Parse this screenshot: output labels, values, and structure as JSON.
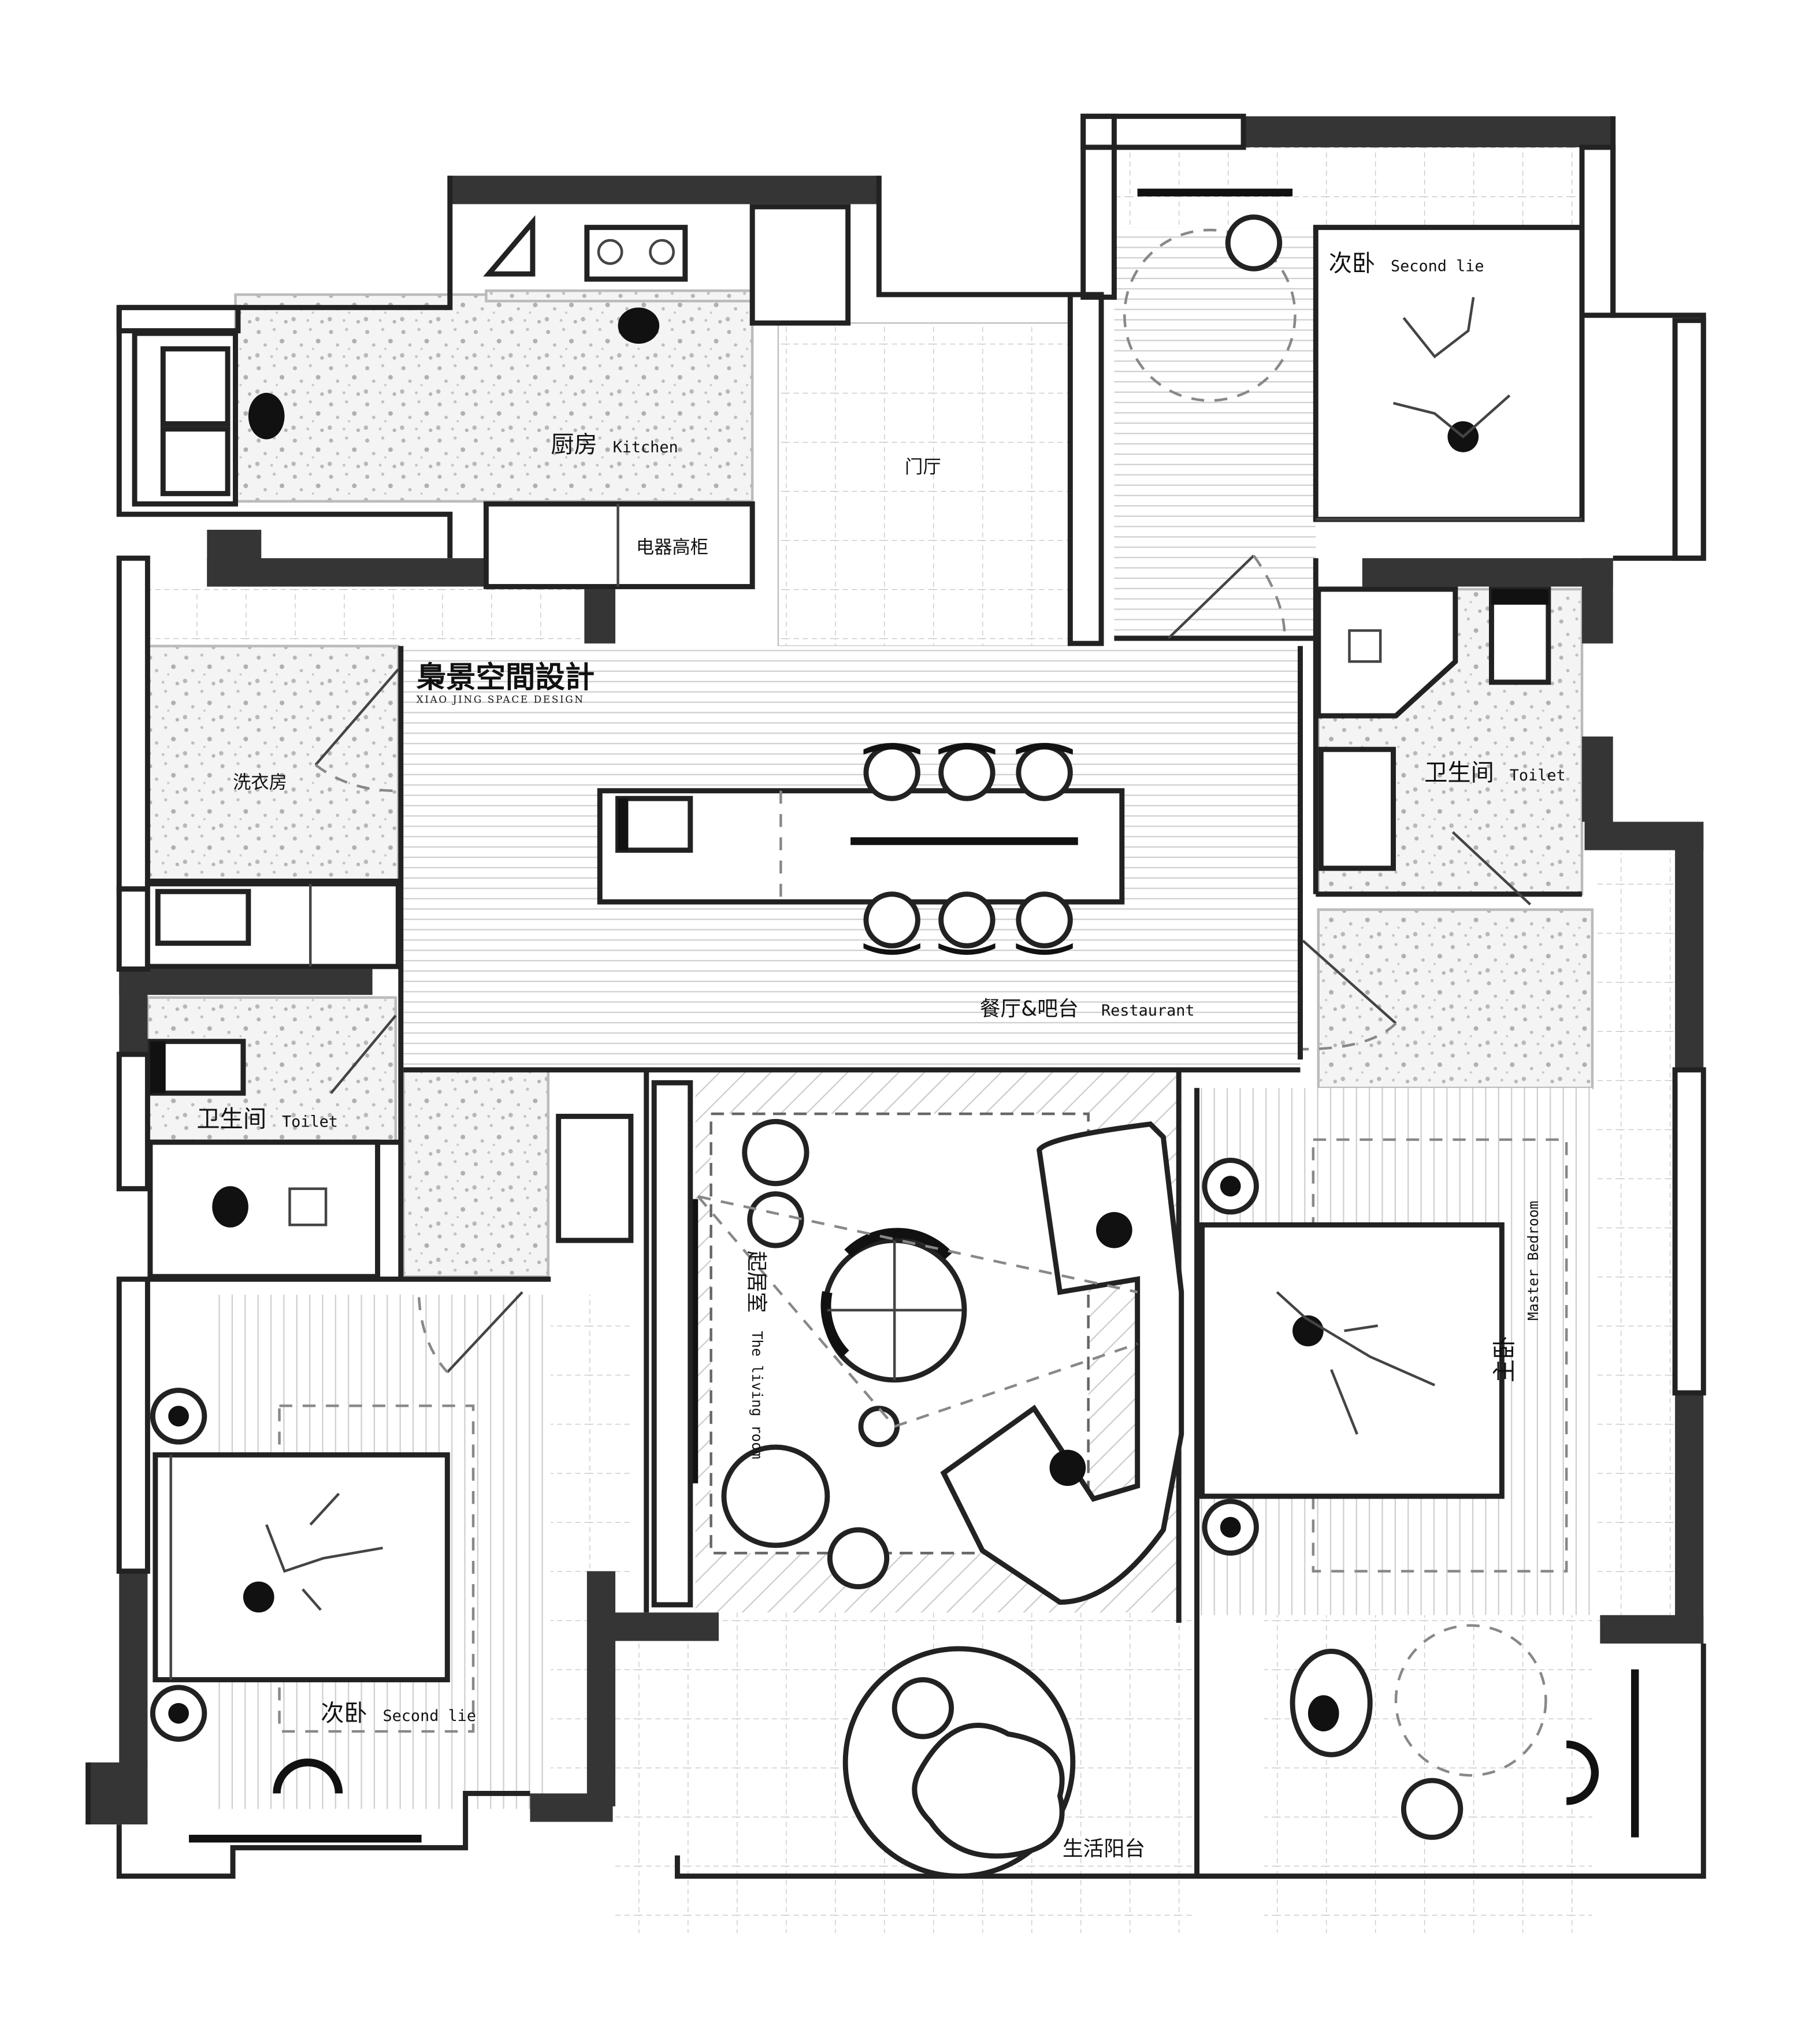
{
  "brand": {
    "name": "梟景空間設計",
    "subtitle": "XIAO JING SPACE DESIGN"
  },
  "rooms": {
    "kitchen": {
      "zh": "厨房",
      "en": "Kitchen"
    },
    "entrance": {
      "zh": "门厅"
    },
    "appliance_cabinet": {
      "zh": "电器高柜"
    },
    "laundry": {
      "zh": "洗衣房"
    },
    "second_bedroom_top": {
      "zh": "次卧",
      "en": "Second lie"
    },
    "toilet_right": {
      "zh": "卫生间",
      "en": "Toilet"
    },
    "restaurant": {
      "zh": "餐厅&吧台",
      "en": "Restaurant"
    },
    "toilet_left": {
      "zh": "卫生间",
      "en": "Toilet"
    },
    "living_room": {
      "zh": "起居室",
      "en": "The living room"
    },
    "master_bedroom": {
      "zh": "主卧",
      "en": "Master Bedroom"
    },
    "second_bedroom_bottom": {
      "zh": "次卧",
      "en": "Second lie"
    },
    "balcony": {
      "zh": "生活阳台"
    }
  },
  "colors": {
    "wall": "#353535",
    "line": "#222222",
    "background": "#ffffff",
    "tile_fill": "#f3f3f3",
    "tile_speckle": "#b5b5b5"
  }
}
